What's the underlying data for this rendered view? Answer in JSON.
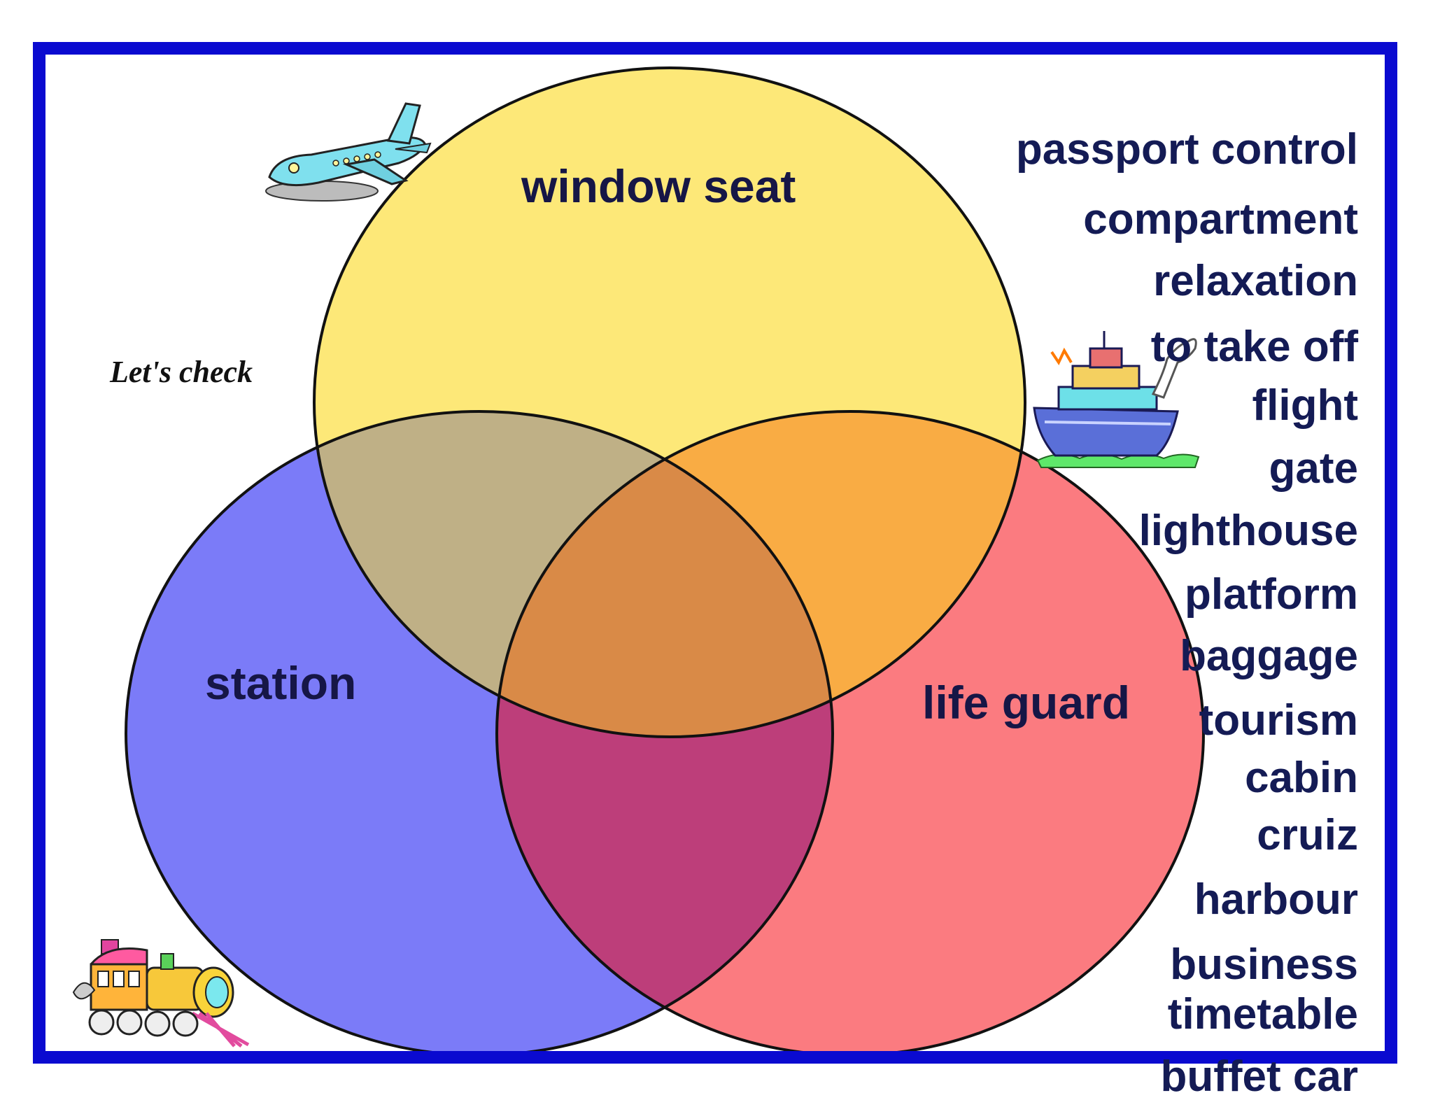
{
  "colors": {
    "frame": "#0a0ad0",
    "window_seat_circle": "#fde76a",
    "station_circle": "#7b7bf8",
    "life_guard_circle": "#fb6f76",
    "text": "#141b55"
  },
  "circles": {
    "top": {
      "label": "window seat"
    },
    "left": {
      "label": "station"
    },
    "right": {
      "label": "life guard"
    }
  },
  "side_note": "Let's check",
  "word_bank": [
    "passport control",
    "compartment",
    "relaxation",
    "to take off",
    "flight",
    "gate",
    "lighthouse",
    "platform",
    "baggage",
    "tourism",
    "cabin",
    "cruiz",
    "harbour",
    "business",
    "timetable",
    "buffet car"
  ],
  "icons": [
    "airplane-icon",
    "ship-icon",
    "train-icon"
  ]
}
